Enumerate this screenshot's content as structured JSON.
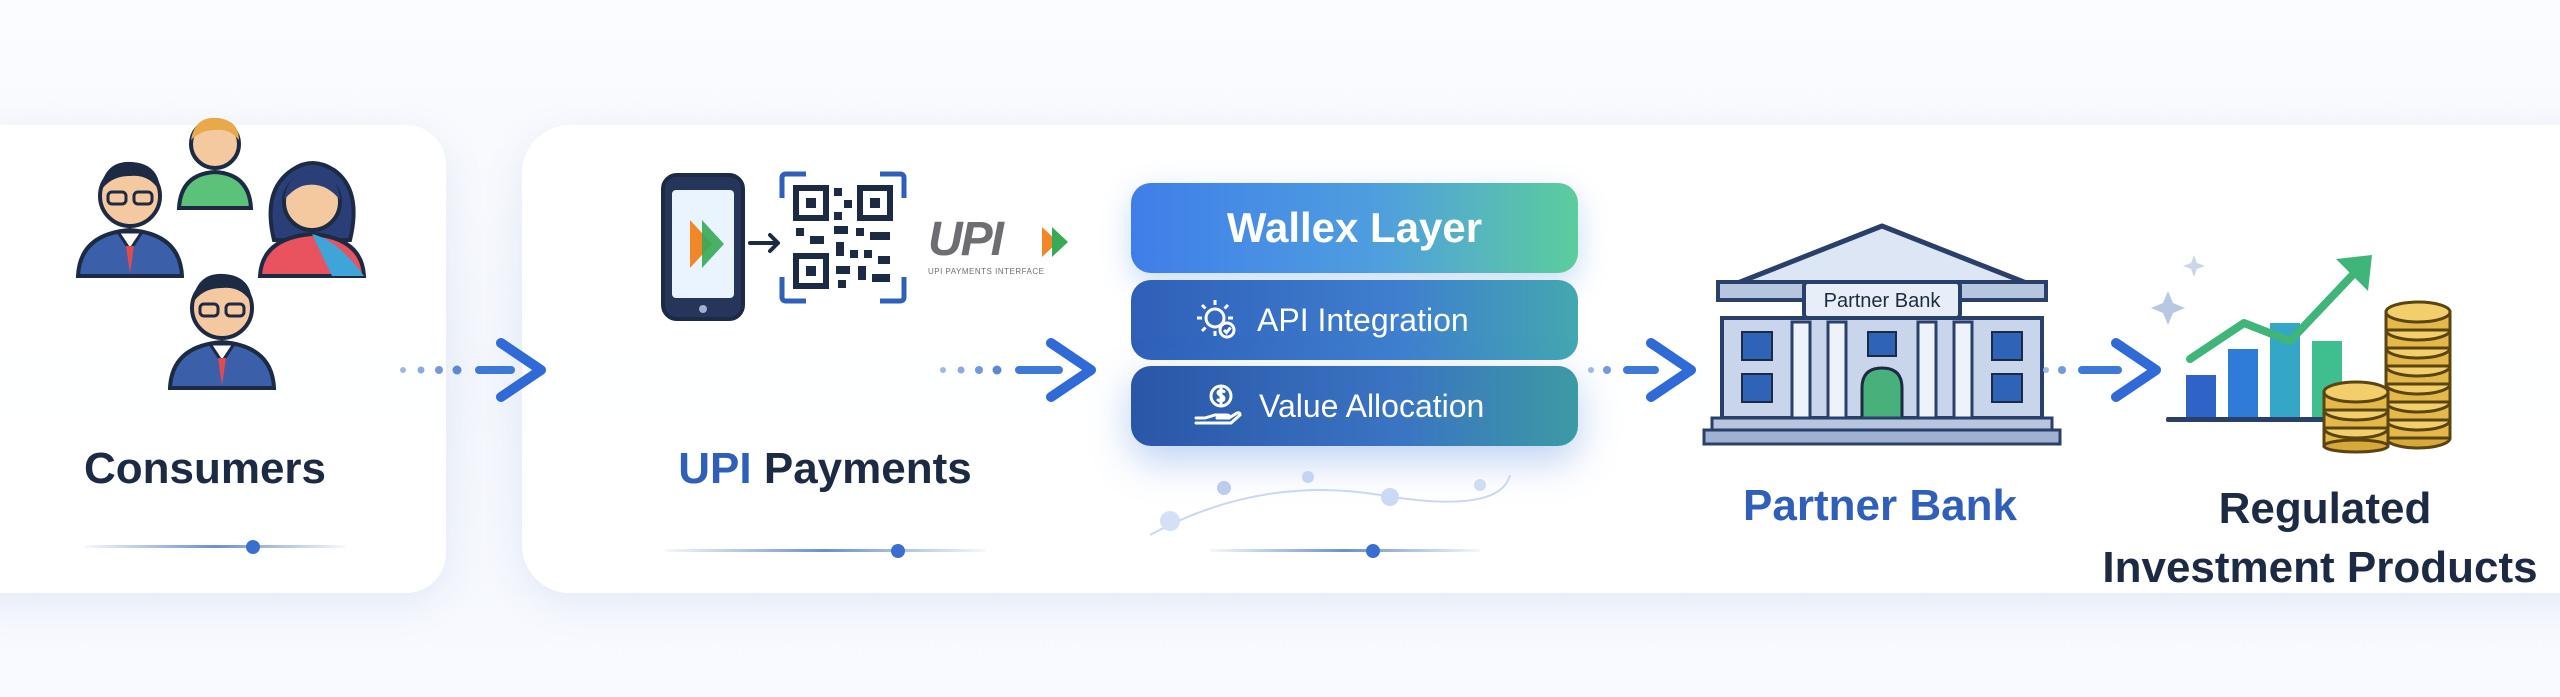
{
  "colors": {
    "primary_blue": "#2f5fb8",
    "dark_text": "#1d2a44",
    "green_accent": "#5ccd9d"
  },
  "consumers": {
    "label": "Consumers",
    "icons": [
      "person-glasses-icon",
      "person-icon",
      "person-woman-icon",
      "person-tie-icon"
    ]
  },
  "upi": {
    "label_accent": "UPI",
    "label_rest": " Payments",
    "logo_text": "UPI",
    "logo_subtitle": "UPI PAYMENTS INTERFACE",
    "icons": [
      "smartphone-icon",
      "qr-code-icon"
    ]
  },
  "wallex": {
    "title": "Wallex Layer",
    "items": [
      {
        "label": "API Integration",
        "icon": "gear-icon"
      },
      {
        "label": "Value Allocation",
        "icon": "dollar-hand-icon"
      }
    ]
  },
  "bank": {
    "label": "Partner Bank",
    "sign": "Partner Bank",
    "icon": "bank-building-icon"
  },
  "products": {
    "line1": "Regulated",
    "line2": "Investment Products",
    "icons": [
      "bar-chart-icon",
      "coin-stack-icon"
    ]
  }
}
